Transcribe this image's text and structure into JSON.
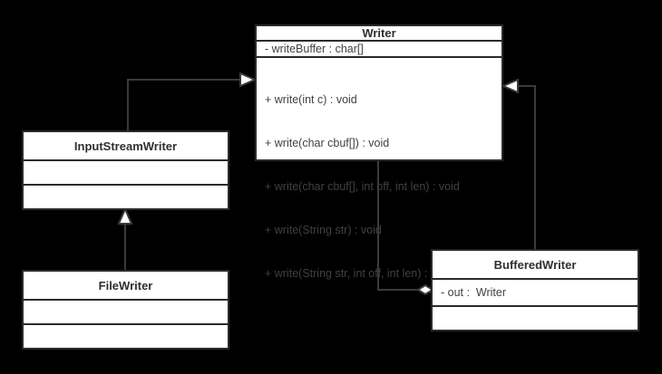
{
  "diagram": {
    "type": "uml-class-diagram",
    "background_color": "#000000",
    "box_fill_color": "#ffffff",
    "border_color": "#2b2b2b",
    "text_color": "#414141",
    "title_color": "#2f2f2f",
    "classes": [
      {
        "id": "writer",
        "name": "Writer",
        "attributes": [
          "- writeBuffer : char[]"
        ],
        "operations": [
          "+ write(int c) : void",
          "+ write(char cbuf[]) : void",
          "+ write(char cbuf[], int off, int len) : void",
          "+ write(String str) : void",
          "+ write(String str, int off, int len) : void"
        ]
      },
      {
        "id": "inputstreamwriter",
        "name": "InputStreamWriter",
        "attributes": [],
        "operations": []
      },
      {
        "id": "filewriter",
        "name": "FileWriter",
        "attributes": [],
        "operations": []
      },
      {
        "id": "bufferedwriter",
        "name": "BufferedWriter",
        "attributes": [
          "- out :  Writer"
        ],
        "operations": []
      }
    ],
    "relationships": [
      {
        "id": "gen-isw-writer",
        "kind": "generalization",
        "from": "InputStreamWriter",
        "to": "Writer",
        "arrowhead": "hollow-triangle"
      },
      {
        "id": "gen-fw-isw",
        "kind": "generalization",
        "from": "FileWriter",
        "to": "InputStreamWriter",
        "arrowhead": "hollow-triangle"
      },
      {
        "id": "gen-bw-writer",
        "kind": "generalization",
        "from": "BufferedWriter",
        "to": "Writer",
        "arrowhead": "hollow-triangle"
      },
      {
        "id": "agg-writer-bw",
        "kind": "aggregation",
        "from": "Writer",
        "to": "BufferedWriter",
        "arrowhead": "hollow-diamond"
      }
    ]
  }
}
